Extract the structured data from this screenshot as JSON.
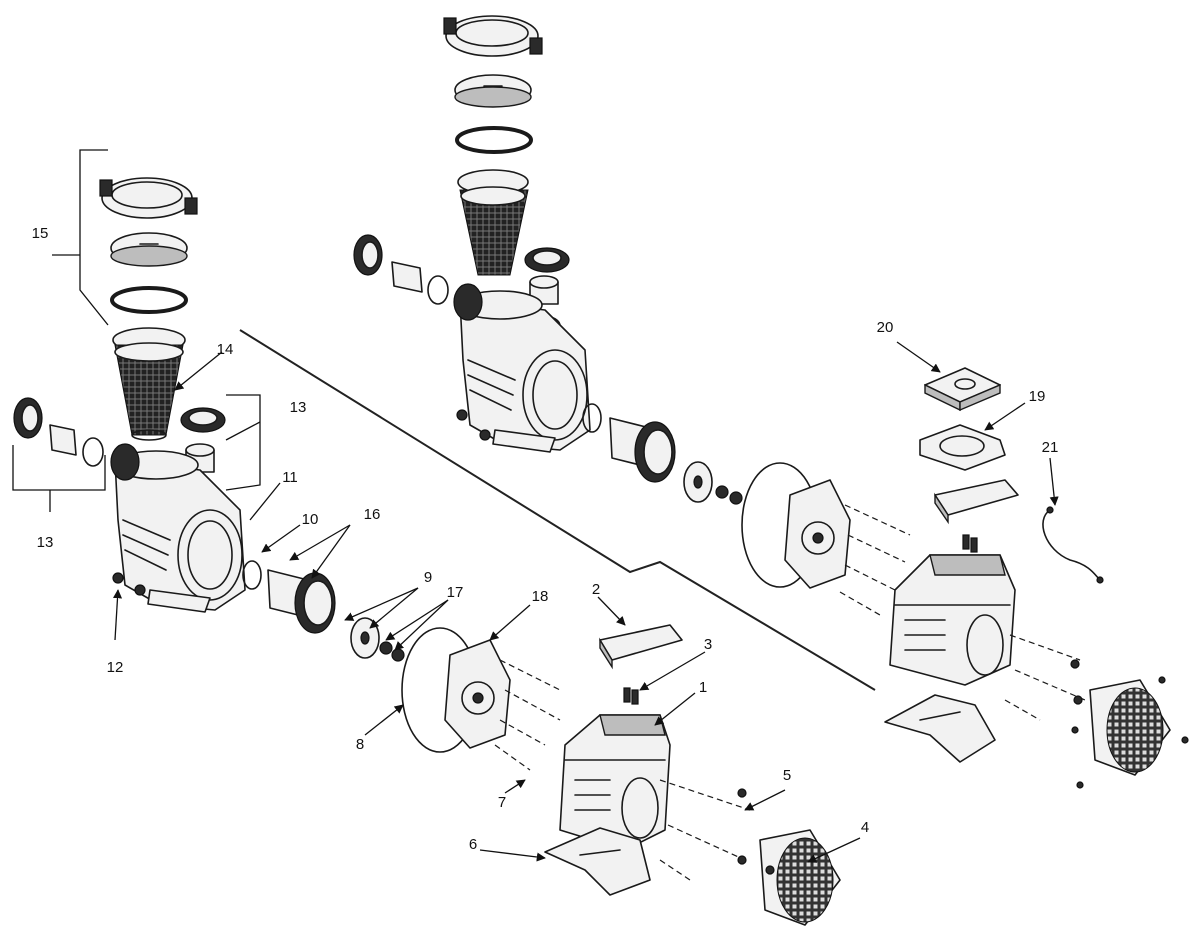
{
  "callouts": [
    {
      "id": "c1",
      "label": "1"
    },
    {
      "id": "c2",
      "label": "2"
    },
    {
      "id": "c3",
      "label": "3"
    },
    {
      "id": "c4",
      "label": "4"
    },
    {
      "id": "c5",
      "label": "5"
    },
    {
      "id": "c6",
      "label": "6"
    },
    {
      "id": "c7",
      "label": "7"
    },
    {
      "id": "c8",
      "label": "8"
    },
    {
      "id": "c9",
      "label": "9"
    },
    {
      "id": "c10",
      "label": "10"
    },
    {
      "id": "c11",
      "label": "11"
    },
    {
      "id": "c12",
      "label": "12"
    },
    {
      "id": "c13a",
      "label": "13"
    },
    {
      "id": "c13b",
      "label": "13"
    },
    {
      "id": "c14",
      "label": "14"
    },
    {
      "id": "c15",
      "label": "15"
    },
    {
      "id": "c16",
      "label": "16"
    },
    {
      "id": "c17",
      "label": "17"
    },
    {
      "id": "c18",
      "label": "18"
    },
    {
      "id": "c19",
      "label": "19"
    },
    {
      "id": "c20",
      "label": "20"
    },
    {
      "id": "c21",
      "label": "21"
    }
  ],
  "colors": {
    "ink": "#1a1a1a",
    "paper": "#ffffff",
    "shade": "#bdbdbd",
    "dark": "#2a2a2a"
  }
}
